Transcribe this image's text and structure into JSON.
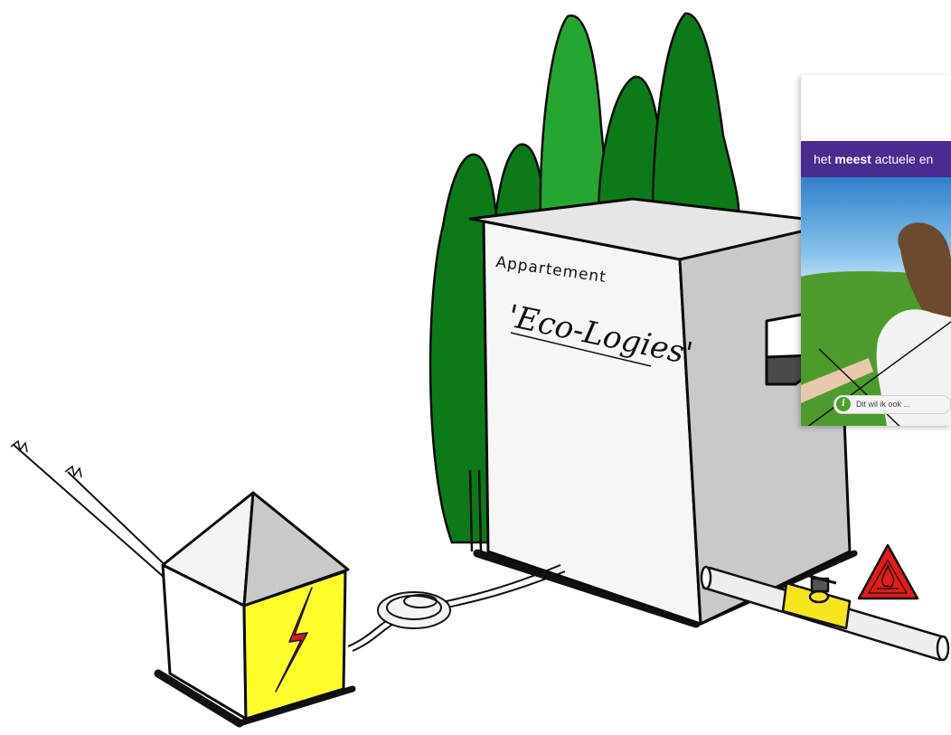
{
  "building": {
    "title_line1": "Appartement",
    "title_line2": "'Eco-Logies'"
  },
  "website": {
    "banner_prefix": "het ",
    "banner_bold": "meest",
    "banner_suffix": " actuele en",
    "cta_label": "Dit wil ik ook ...",
    "cta_icon": "i"
  },
  "colors": {
    "tree_dark": "#0d7a1a",
    "tree_light": "#25a532",
    "building_front": "#f6f6f6",
    "building_side": "#c9c9c9",
    "box_yellow": "#ffff29",
    "lightning_red": "#e01818",
    "pipe_yellow": "#f5e61e",
    "warning_red": "#e31b1b",
    "banner_purple": "#4a2b8f"
  }
}
